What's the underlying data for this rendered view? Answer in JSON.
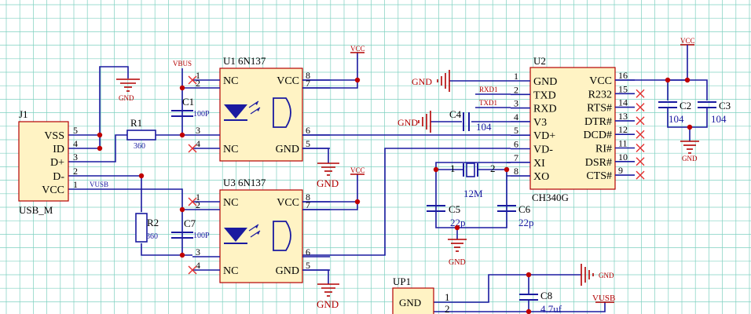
{
  "colors": {
    "background": "#ffffff",
    "grid": "#7fd0c0",
    "wire": "#1a1aa0",
    "chip_fill": "#fff3c4",
    "chip_border": "#b30000",
    "pin": "#b30000",
    "text": "#000000",
    "label_red": "#b30000",
    "label_blue": "#1a1aa0",
    "junction": "#c00000",
    "noconnect": "#e53030"
  },
  "J1": {
    "ref": "J1",
    "name": "USB_M",
    "pins": [
      {
        "num": "5",
        "name": "VSS"
      },
      {
        "num": "4",
        "name": "ID"
      },
      {
        "num": "3",
        "name": "D+"
      },
      {
        "num": "2",
        "name": "D-"
      },
      {
        "num": "1",
        "name": "VCC"
      }
    ]
  },
  "U1": {
    "ref": "U1",
    "part": "6N137",
    "pins": {
      "p1": {
        "num": "1",
        "name": "NC"
      },
      "p2": {
        "num": "2",
        "name": ""
      },
      "p3": {
        "num": "3",
        "name": ""
      },
      "p4": {
        "num": "4",
        "name": "NC"
      },
      "p8": {
        "num": "8",
        "name": "VCC"
      },
      "p7": {
        "num": "7",
        "name": ""
      },
      "p6": {
        "num": "6",
        "name": ""
      },
      "p5": {
        "num": "5",
        "name": "GND"
      }
    }
  },
  "U3": {
    "ref": "U3",
    "part": "6N137",
    "pins": {
      "p1": {
        "num": "1",
        "name": "NC"
      },
      "p2": {
        "num": "2",
        "name": ""
      },
      "p3": {
        "num": "3",
        "name": ""
      },
      "p4": {
        "num": "4",
        "name": "NC"
      },
      "p8": {
        "num": "8",
        "name": "VCC"
      },
      "p7": {
        "num": "7",
        "name": ""
      },
      "p6": {
        "num": "6",
        "name": ""
      },
      "p5": {
        "num": "5",
        "name": "GND"
      }
    }
  },
  "U2": {
    "ref": "U2",
    "part": "CH340G",
    "left_pins": [
      {
        "num": "1",
        "name": "GND"
      },
      {
        "num": "2",
        "name": "TXD"
      },
      {
        "num": "3",
        "name": "RXD"
      },
      {
        "num": "4",
        "name": "V3"
      },
      {
        "num": "5",
        "name": "VD+"
      },
      {
        "num": "6",
        "name": "VD-"
      },
      {
        "num": "7",
        "name": "XI"
      },
      {
        "num": "8",
        "name": "XO"
      }
    ],
    "right_pins": [
      {
        "num": "16",
        "name": "VCC"
      },
      {
        "num": "15",
        "name": "R232"
      },
      {
        "num": "14",
        "name": "RTS#"
      },
      {
        "num": "13",
        "name": "DTR#"
      },
      {
        "num": "12",
        "name": "DCD#"
      },
      {
        "num": "11",
        "name": "RI#"
      },
      {
        "num": "10",
        "name": "DSR#"
      },
      {
        "num": "9",
        "name": "CTS#"
      }
    ]
  },
  "UP1": {
    "ref": "UP1",
    "pin1_name": "GND",
    "pin1_num": "1",
    "pin2_num": "2"
  },
  "components": {
    "R1": {
      "ref": "R1",
      "value": "360"
    },
    "R2": {
      "ref": "R2",
      "value": "360"
    },
    "C1": {
      "ref": "C1",
      "value": "100P"
    },
    "C7": {
      "ref": "C7",
      "value": "100P"
    },
    "C2": {
      "ref": "C2",
      "value": "104"
    },
    "C3": {
      "ref": "C3",
      "value": "104"
    },
    "C4": {
      "ref": "C4",
      "value": "104"
    },
    "C5": {
      "ref": "C5",
      "value": "22p"
    },
    "C6": {
      "ref": "C6",
      "value": "22p"
    },
    "C8": {
      "ref": "C8",
      "value": "4.7uf"
    },
    "X1": {
      "value": "12M",
      "pin1": "1",
      "pin2": "2"
    }
  },
  "net_labels": {
    "vbus": "VBUS",
    "vbus_wire": "VUSB",
    "vusb_bottom": "VUSB",
    "vcc": "VCC",
    "gnd": "GND",
    "rxd1": "RXD1",
    "txd1": "TXD1"
  }
}
